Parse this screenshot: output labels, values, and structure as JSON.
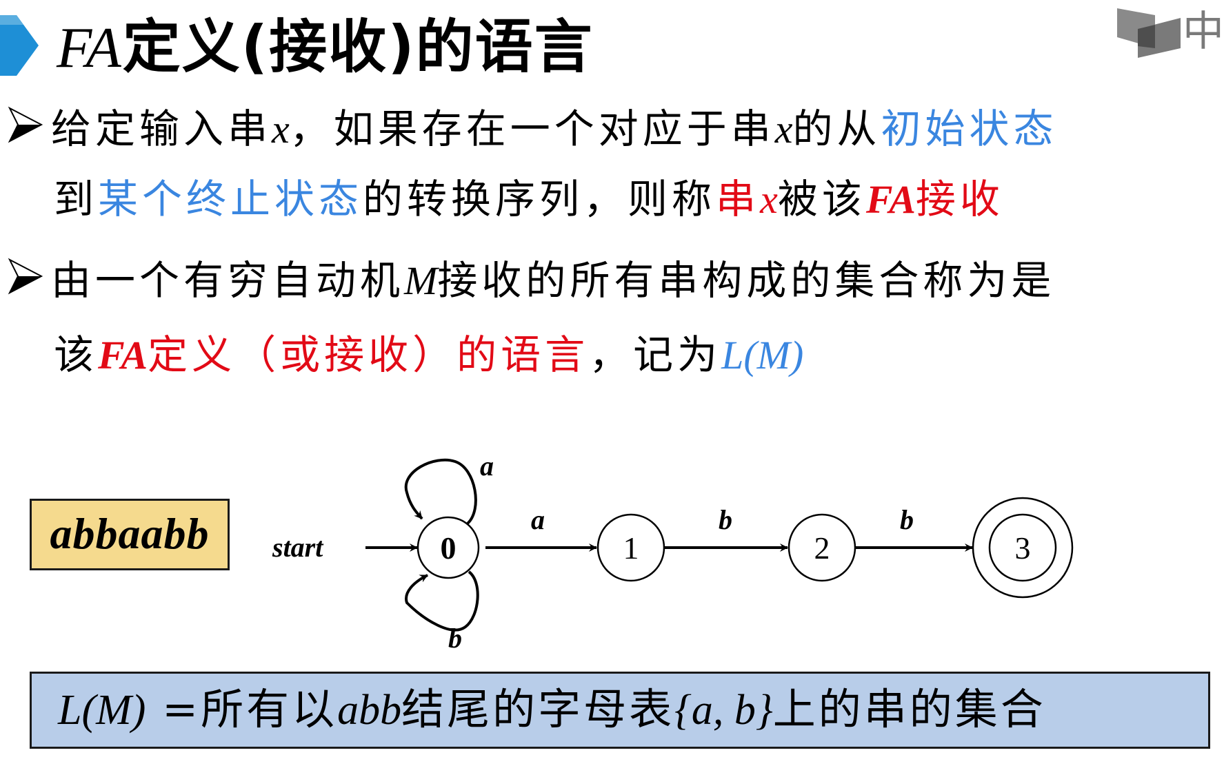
{
  "header": {
    "title_fa": "FA",
    "title_rest": "定义(接收)的语言",
    "logo_text": "中",
    "accent_color": "#1e8fd6"
  },
  "bullets": [
    {
      "line1": [
        {
          "text": "给定输入串",
          "style": "normal"
        },
        {
          "text": "x",
          "style": "italic"
        },
        {
          "text": "，如果存在一个对应于串",
          "style": "normal"
        },
        {
          "text": "x",
          "style": "italic"
        },
        {
          "text": "的从",
          "style": "normal"
        },
        {
          "text": "初始状态",
          "style": "blue"
        }
      ],
      "line2": [
        {
          "text": "到",
          "style": "normal"
        },
        {
          "text": "某个终止状态",
          "style": "blue"
        },
        {
          "text": "的转换序列，则称",
          "style": "normal"
        },
        {
          "text": "串",
          "style": "red"
        },
        {
          "text": "x",
          "style": "italic-red"
        },
        {
          "text": "被该",
          "style": "normal"
        },
        {
          "text": "FA",
          "style": "italic-red"
        },
        {
          "text": "接收",
          "style": "red"
        }
      ]
    },
    {
      "line1": [
        {
          "text": "由一个有穷自动机",
          "style": "normal"
        },
        {
          "text": "M",
          "style": "italic"
        },
        {
          "text": "接收的所有串构成的集合称为是",
          "style": "normal"
        }
      ],
      "line2": [
        {
          "text": "该",
          "style": "normal"
        },
        {
          "text": "FA",
          "style": "italic-red"
        },
        {
          "text": "定义（或接收）的语言",
          "style": "red"
        },
        {
          "text": "，记为",
          "style": "normal"
        },
        {
          "text": "L(M)",
          "style": "italic-blue"
        }
      ]
    }
  ],
  "example": {
    "input_string": "abbaabb",
    "start_label": "start",
    "states": [
      "0",
      "1",
      "2",
      "3"
    ],
    "final_state": "3",
    "transitions": [
      {
        "from": "0",
        "to": "0",
        "label": "a"
      },
      {
        "from": "0",
        "to": "0",
        "label": "b"
      },
      {
        "from": "0",
        "to": "1",
        "label": "a"
      },
      {
        "from": "1",
        "to": "2",
        "label": "b"
      },
      {
        "from": "2",
        "to": "3",
        "label": "b"
      }
    ]
  },
  "result": {
    "lhs": "L(M)",
    "eq": " =",
    "text1": "所有以",
    "abb": "abb",
    "text2": "结尾的字母表",
    "set": "{a, b}",
    "text3": "上的串的集合"
  },
  "colors": {
    "blue_text": "#3a86e0",
    "red_text": "#e20a16",
    "input_box_bg": "#f5da8e",
    "result_box_bg": "#b8cde9"
  }
}
